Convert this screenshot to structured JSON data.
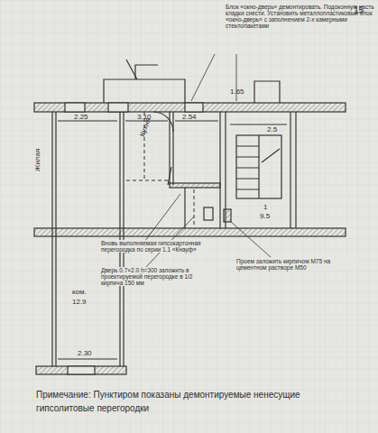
{
  "diagram": {
    "caption": "Примечание: Пунктиром показаны демонтируемые ненесущие гипсолитовые перегородки",
    "labels": [
      "15",
      "Блок «окно-дверь» демонтировать. Подоконную часть кладки снести. Установить металлопластиковый блок «окно-дверь» с заполнением 2-х камерными стеклопакетами",
      "1.65",
      "2.25",
      "3.10",
      "2.54",
      "2.5",
      "1",
      "9.5",
      "ком.",
      "12.9",
      "2.30",
      "Вновь выполняемая гипсокартонная перегородка по серии 1.1 «Кнауф»",
      "Дверь 0.7×2.0 h=300 заложить в проектируемой перегородке в 1/2 кирпича 150 мм",
      "Проем заложить кирпичом М75 на цементном растворе М50",
      "Кухня",
      "Жилая"
    ]
  }
}
